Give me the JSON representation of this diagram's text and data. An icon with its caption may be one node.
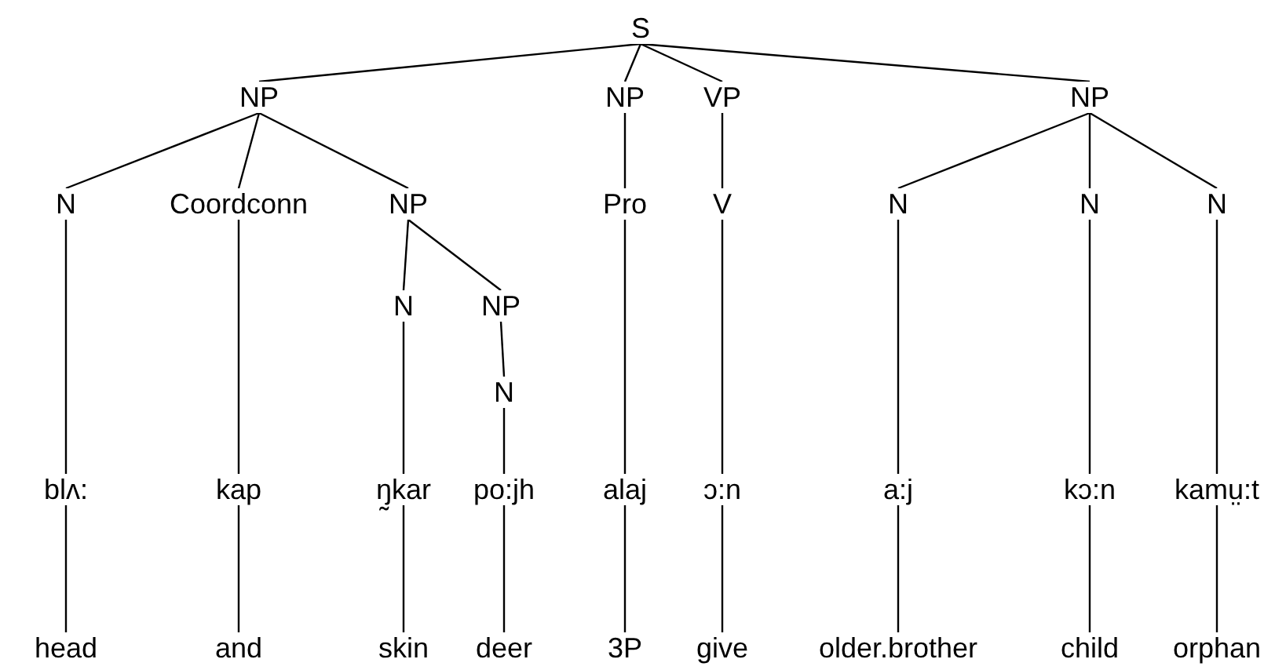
{
  "diagram": {
    "nodes": [
      {
        "text": [
          "S"
        ]
      },
      {
        "text": [
          "NP"
        ]
      },
      {
        "text": [
          "NP"
        ]
      },
      {
        "text": [
          "VP"
        ]
      },
      {
        "text": [
          "NP"
        ]
      },
      {
        "text": [
          "N"
        ]
      },
      {
        "text": [
          "Coordconn"
        ]
      },
      {
        "text": [
          "NP"
        ]
      },
      {
        "text": [
          "Pro"
        ]
      },
      {
        "text": [
          "V"
        ]
      },
      {
        "text": [
          "N"
        ]
      },
      {
        "text": [
          "N"
        ]
      },
      {
        "text": [
          "N"
        ]
      },
      {
        "text": [
          "N"
        ]
      },
      {
        "text": [
          "NP"
        ]
      },
      {
        "text": [
          "N"
        ]
      },
      {
        "text": [
          "blʌ:"
        ]
      },
      {
        "text": [
          "kap"
        ]
      },
      {
        "text": [
          "ŋ̰kar"
        ]
      },
      {
        "text": [
          "po:jh"
        ]
      },
      {
        "text": [
          "alaj"
        ]
      },
      {
        "text": [
          "ɔ:n"
        ]
      },
      {
        "text": [
          "a:j"
        ]
      },
      {
        "text": [
          "kɔ:n"
        ]
      },
      {
        "text": [
          "kamṳ:t"
        ]
      },
      {
        "text": [
          "head"
        ]
      },
      {
        "text": [
          "and"
        ]
      },
      {
        "text": [
          "skin"
        ]
      },
      {
        "text": [
          "deer"
        ]
      },
      {
        "text": [
          "3P"
        ]
      },
      {
        "text": [
          "give"
        ]
      },
      {
        "text": [
          "older.brother"
        ]
      },
      {
        "text": [
          "child"
        ]
      },
      {
        "text": [
          "orphan"
        ]
      }
    ],
    "edges": [
      {
        "from": 0,
        "to": 1,
        "arrow": "none"
      },
      {
        "from": 0,
        "to": 2,
        "arrow": "none"
      },
      {
        "from": 0,
        "to": 3,
        "arrow": "none"
      },
      {
        "from": 0,
        "to": 4,
        "arrow": "none"
      },
      {
        "from": 1,
        "to": 5,
        "arrow": "none"
      },
      {
        "from": 1,
        "to": 6,
        "arrow": "none"
      },
      {
        "from": 1,
        "to": 7,
        "arrow": "none"
      },
      {
        "from": 2,
        "to": 8,
        "arrow": "none"
      },
      {
        "from": 3,
        "to": 9,
        "arrow": "none"
      },
      {
        "from": 4,
        "to": 10,
        "arrow": "none"
      },
      {
        "from": 4,
        "to": 11,
        "arrow": "none"
      },
      {
        "from": 4,
        "to": 12,
        "arrow": "none"
      },
      {
        "from": 7,
        "to": 13,
        "arrow": "none"
      },
      {
        "from": 7,
        "to": 14,
        "arrow": "none"
      },
      {
        "from": 14,
        "to": 15,
        "arrow": "none"
      },
      {
        "from": 5,
        "to": 16,
        "arrow": "none"
      },
      {
        "from": 6,
        "to": 17,
        "arrow": "none"
      },
      {
        "from": 13,
        "to": 18,
        "arrow": "none"
      },
      {
        "from": 15,
        "to": 19,
        "arrow": "none"
      },
      {
        "from": 8,
        "to": 20,
        "arrow": "none"
      },
      {
        "from": 9,
        "to": 21,
        "arrow": "none"
      },
      {
        "from": 10,
        "to": 22,
        "arrow": "none"
      },
      {
        "from": 11,
        "to": 23,
        "arrow": "none"
      },
      {
        "from": 12,
        "to": 24,
        "arrow": "none"
      },
      {
        "from": 16,
        "to": 25,
        "arrow": "none"
      },
      {
        "from": 17,
        "to": 26,
        "arrow": "none"
      },
      {
        "from": 18,
        "to": 27,
        "arrow": "none"
      },
      {
        "from": 19,
        "to": 28,
        "arrow": "none"
      },
      {
        "from": 20,
        "to": 29,
        "arrow": "none"
      },
      {
        "from": 21,
        "to": 30,
        "arrow": "none"
      },
      {
        "from": 22,
        "to": 31,
        "arrow": "none"
      },
      {
        "from": 23,
        "to": 32,
        "arrow": "none"
      },
      {
        "from": 24,
        "to": 33,
        "arrow": "none"
      }
    ]
  }
}
